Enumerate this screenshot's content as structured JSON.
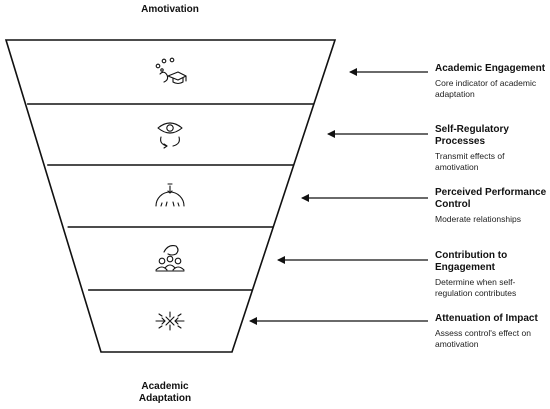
{
  "top_label": "Amotivation",
  "bottom_label": "Academic\nAdaptation",
  "colors": {
    "line": "#111111",
    "arrow": "#111111"
  },
  "levels": [
    {
      "icon": "academic-engagement-icon",
      "title": "Academic Engagement",
      "description": "Core indicator of academic adaptation"
    },
    {
      "icon": "eye-cycle-icon",
      "title": "Self-Regulatory Processes",
      "description": "Transmit effects of amotivation"
    },
    {
      "icon": "gauge-icon",
      "title": "Perceived Performance Control",
      "description": "Moderate relationships"
    },
    {
      "icon": "group-icon",
      "title": "Contribution to Engagement",
      "description": "Determine when self-regulation contributes"
    },
    {
      "icon": "impact-icon",
      "title": "Attenuation of Impact",
      "description": "Assess control's effect on amotivation"
    }
  ]
}
